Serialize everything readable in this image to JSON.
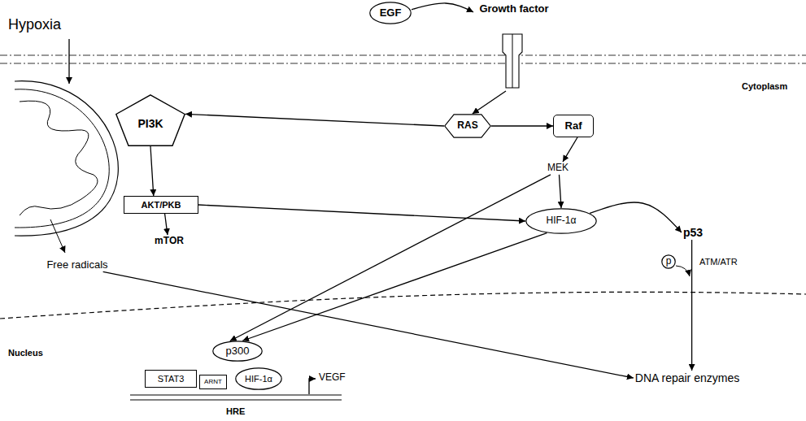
{
  "diagram": {
    "nodes": [
      {
        "text": [
          "EGF"
        ]
      },
      {
        "text": [
          "Growth factor"
        ]
      },
      {
        "text": [
          "PI3K"
        ]
      },
      {
        "text": [
          "RAS"
        ]
      },
      {
        "text": [
          "Raf"
        ]
      },
      {
        "text": [
          "MEK"
        ]
      },
      {
        "text": [
          "AKT/PKB"
        ]
      },
      {
        "text": [
          "HIF-1α"
        ]
      },
      {
        "text": [
          "p53"
        ]
      },
      {
        "text": [
          "mTOR"
        ]
      },
      {
        "text": [
          "Free radicals"
        ]
      },
      {
        "text": [
          "p"
        ]
      },
      {
        "text": [
          "p300"
        ]
      },
      {
        "text": [
          "STAT3"
        ]
      },
      {
        "text": [
          "ARNT"
        ]
      },
      {
        "text": [
          "HIF-1α"
        ]
      },
      {
        "text": [
          "DNA repair enzymes"
        ]
      }
    ],
    "edges": [
      {
        "from": 0,
        "to": 1,
        "arrow": "to"
      },
      {
        "from": 1,
        "to": 3,
        "arrow": "to"
      },
      {
        "from": 3,
        "to": 2,
        "arrow": "to"
      },
      {
        "from": 3,
        "to": 4,
        "arrow": "to"
      },
      {
        "from": 4,
        "to": 5,
        "arrow": "to"
      },
      {
        "from": 2,
        "to": 6,
        "arrow": "to"
      },
      {
        "from": 6,
        "to": 9,
        "arrow": "to"
      },
      {
        "from": 6,
        "to": 7,
        "arrow": "to"
      },
      {
        "from": 5,
        "to": 7,
        "arrow": "to"
      },
      {
        "from": 5,
        "to": 12,
        "arrow": "to"
      },
      {
        "from": 7,
        "to": 12,
        "arrow": "to"
      },
      {
        "from": 7,
        "to": 8,
        "arrow": "to"
      },
      {
        "from": 8,
        "to": 16,
        "arrow": "to"
      },
      {
        "from": 10,
        "to": 16,
        "arrow": "to"
      }
    ],
    "labels": [
      "Hypoxia",
      "Cytoplasm",
      "ATM/ATR",
      "Nucleus",
      "VEGF",
      "HRE"
    ]
  }
}
